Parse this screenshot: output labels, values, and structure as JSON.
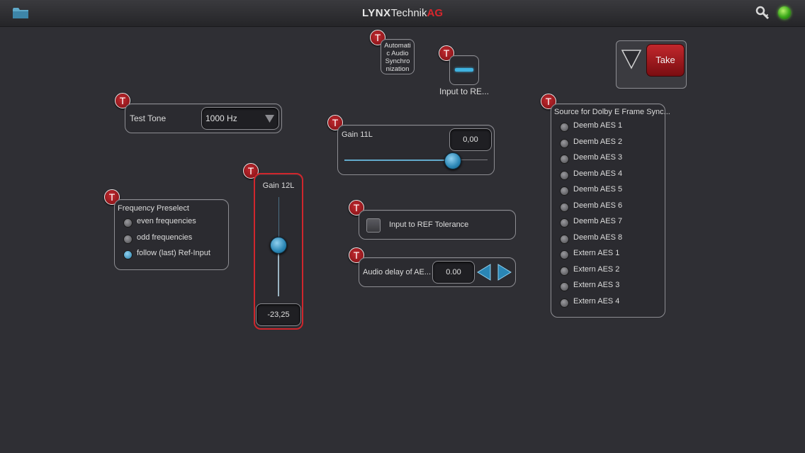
{
  "header": {
    "brand_part1": "LYNX",
    "brand_part2": "Technik",
    "brand_part3": "AG",
    "left_icon": "folder-icon",
    "right_icons": [
      "key-icon",
      "status-led"
    ]
  },
  "badge_letter": "T",
  "auto_sync": {
    "label_lines": [
      "Automati",
      "c Audio",
      "Synchro",
      "nization"
    ]
  },
  "input_ref": {
    "caption": "Input to RE..."
  },
  "take": {
    "label": "Take"
  },
  "test_tone": {
    "label": "Test Tone",
    "value": "1000 Hz"
  },
  "gain11": {
    "label": "Gain 11L",
    "value": "0,00"
  },
  "gain12": {
    "label": "Gain 12L",
    "value": "-23,25"
  },
  "freq_preselect": {
    "title": "Frequency Preselect",
    "options": [
      "even frequencies",
      "odd frequencies",
      "follow (last) Ref-Input"
    ],
    "selected": "follow (last) Ref-Input"
  },
  "ref_tolerance": {
    "label": "Input to REF Tolerance",
    "checked": false
  },
  "audio_delay": {
    "label": "Audio delay of AE...",
    "value": "0.00"
  },
  "dolby": {
    "title": "Source for Dolby E Frame Sync...",
    "options": [
      "Deemb AES 1",
      "Deemb AES 2",
      "Deemb AES 3",
      "Deemb AES 4",
      "Deemb AES 5",
      "Deemb AES 6",
      "Deemb AES 7",
      "Deemb AES 8",
      "Extern AES 1",
      "Extern AES 2",
      "Extern AES 3",
      "Extern AES 4"
    ]
  },
  "colors": {
    "accent_red": "#c2272c",
    "accent_blue": "#2a86b5",
    "highlight_border": "#d0262c"
  }
}
